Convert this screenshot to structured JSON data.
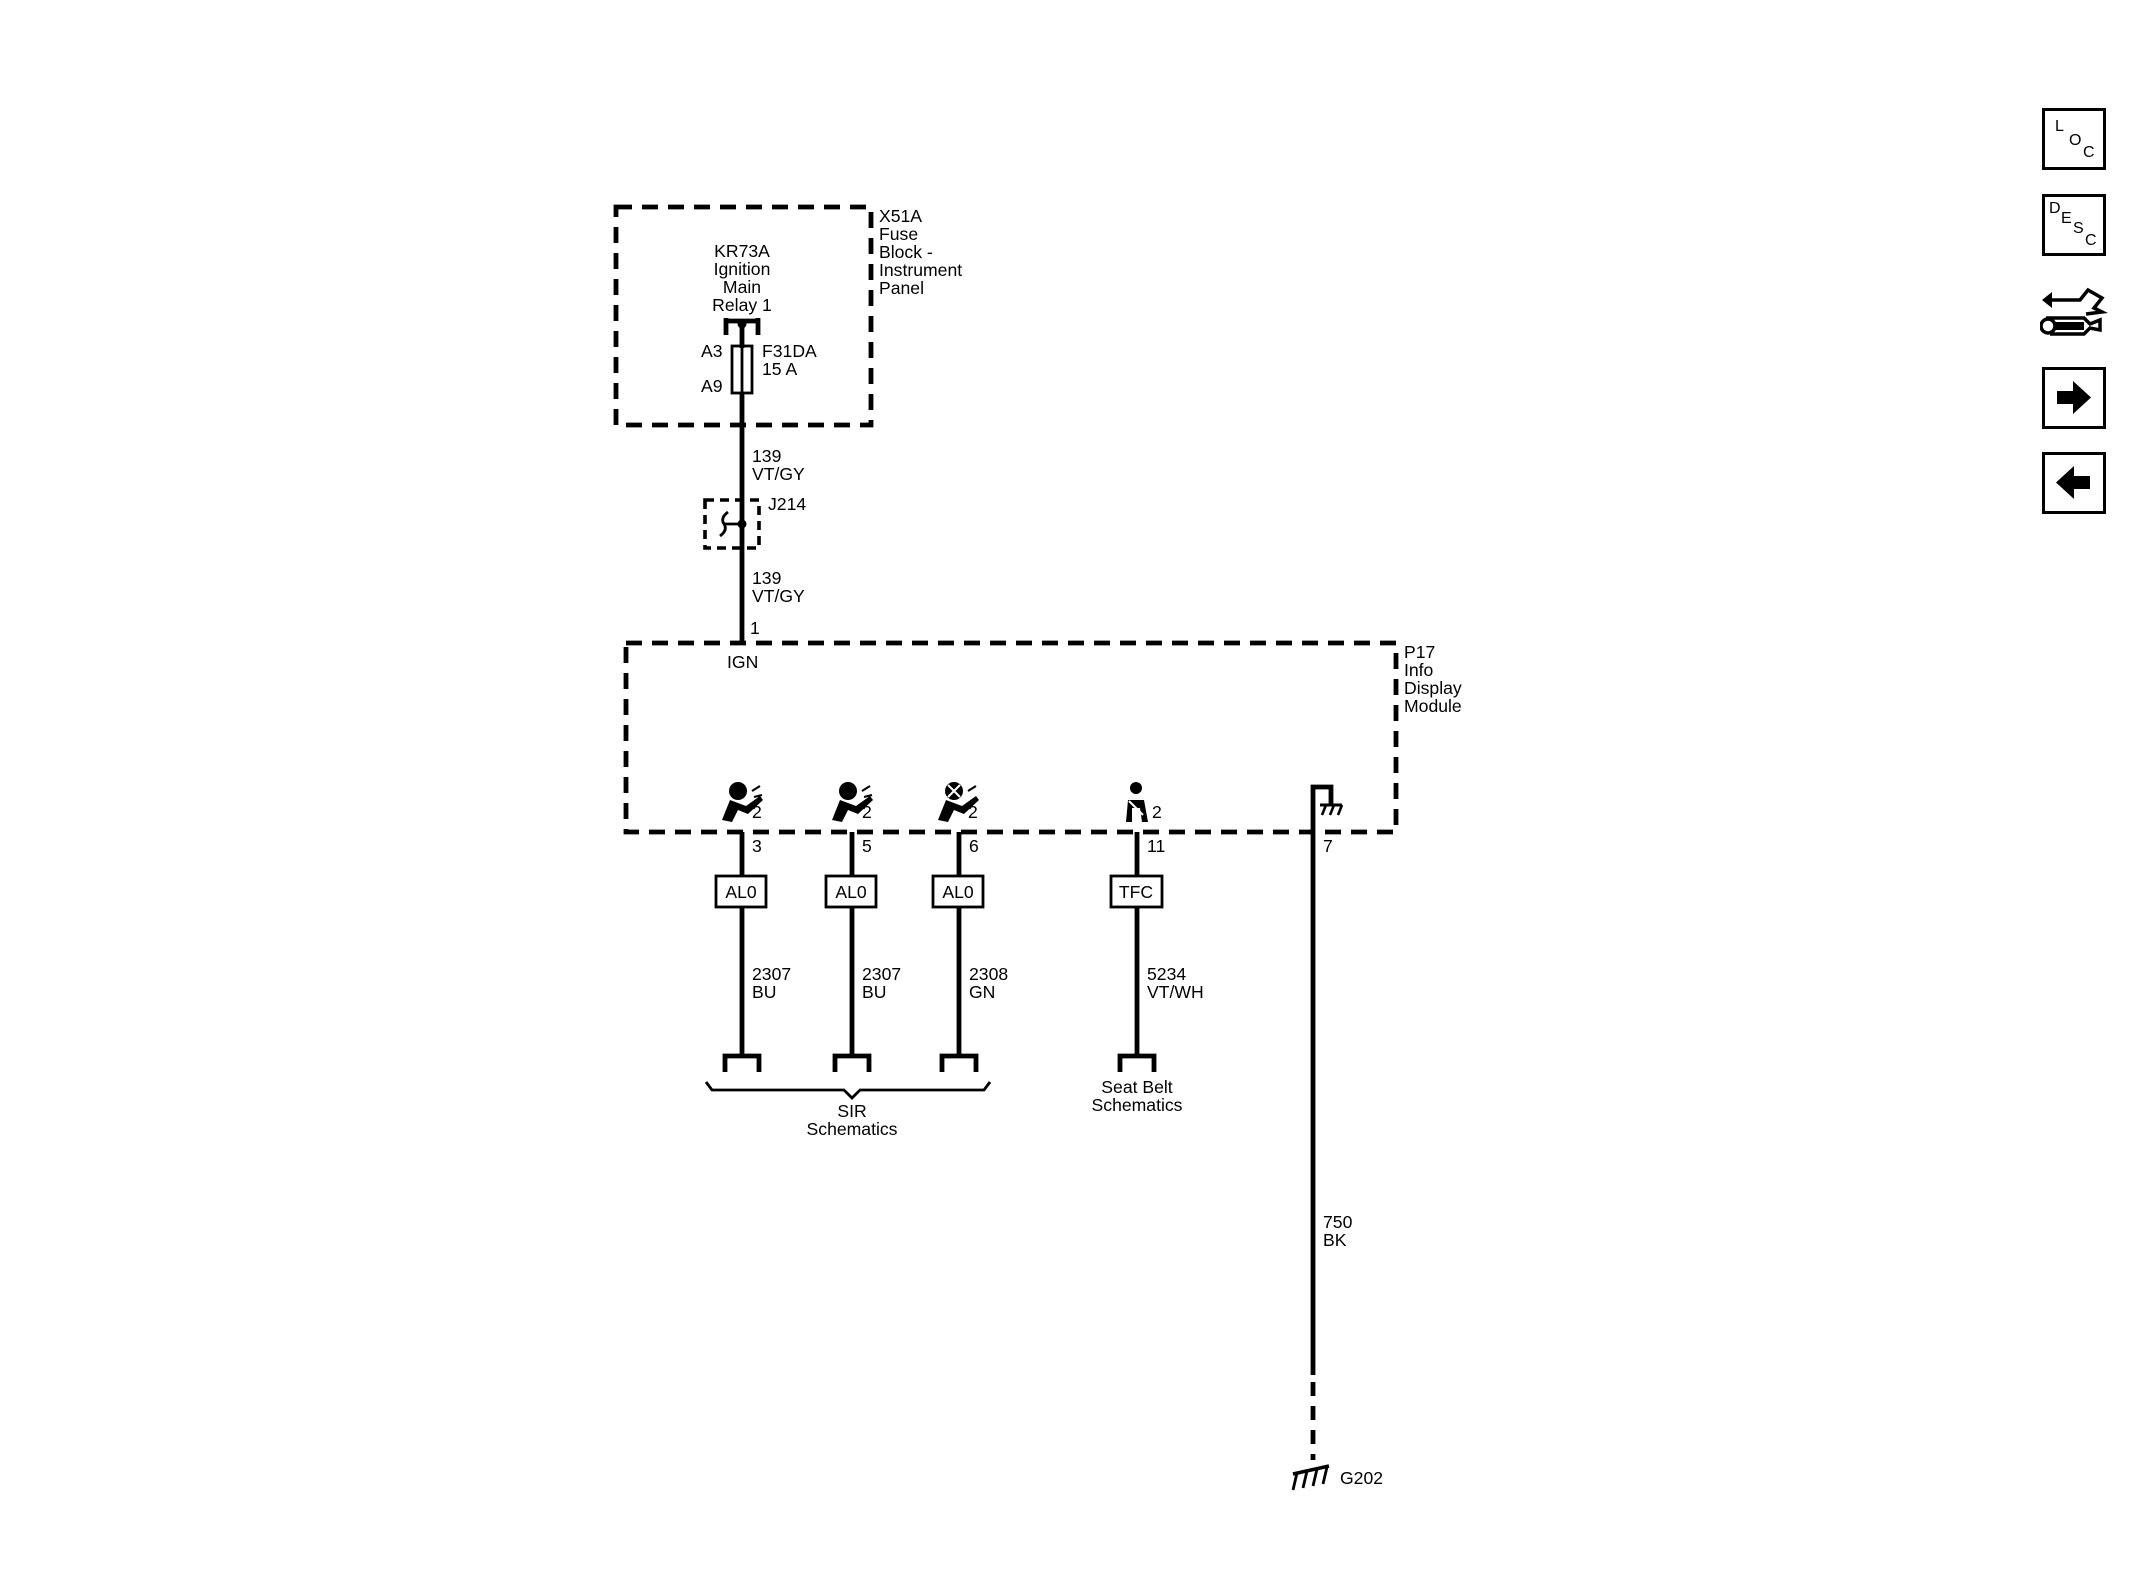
{
  "nav": {
    "loc_letters": [
      "L",
      "O",
      "C"
    ],
    "desc_letters": [
      "D",
      "E",
      "S",
      "C"
    ],
    "icons": [
      "loc-button",
      "desc-button",
      "connector-tools-icon",
      "next-arrow-icon",
      "previous-arrow-icon"
    ]
  },
  "fuse_block": {
    "id": "X51A",
    "line2": "Fuse",
    "line3": "Block -",
    "line4": "Instrument",
    "line5": "Panel"
  },
  "relay": {
    "id": "KR73A",
    "line2": "Ignition",
    "line3": "Main",
    "line4": "Relay 1"
  },
  "fuse": {
    "pin_top": "A3",
    "pin_bottom": "A9",
    "id": "F31DA",
    "rating": "15 A"
  },
  "wire_upper": {
    "circuit": "139",
    "color": "VT/GY"
  },
  "splice": {
    "id": "J214"
  },
  "wire_lower": {
    "circuit": "139",
    "color": "VT/GY"
  },
  "module": {
    "id": "P17",
    "line2": "Info",
    "line3": "Display",
    "line4": "Module",
    "ign_pin": "1",
    "ign_label": "IGN"
  },
  "outputs": [
    {
      "icon": "airbag-indicator-icon",
      "sub": "2",
      "pin": "3",
      "option": "AL0",
      "circuit": "2307",
      "color": "BU"
    },
    {
      "icon": "airbag-indicator-icon",
      "sub": "2",
      "pin": "5",
      "option": "AL0",
      "circuit": "2307",
      "color": "BU"
    },
    {
      "icon": "airbag-off-indicator-icon",
      "sub": "2",
      "pin": "6",
      "option": "AL0",
      "circuit": "2308",
      "color": "GN"
    },
    {
      "icon": "seat-belt-indicator-icon",
      "sub": "2",
      "pin": "11",
      "option": "TFC",
      "circuit": "5234",
      "color": "VT/WH"
    }
  ],
  "ground": {
    "pin": "7",
    "circuit": "750",
    "color": "BK",
    "id": "G202"
  },
  "references": {
    "sir_line1": "SIR",
    "sir_line2": "Schematics",
    "seatbelt_line1": "Seat Belt",
    "seatbelt_line2": "Schematics"
  },
  "colors": {
    "ink": "#000000",
    "background": "#ffffff"
  }
}
